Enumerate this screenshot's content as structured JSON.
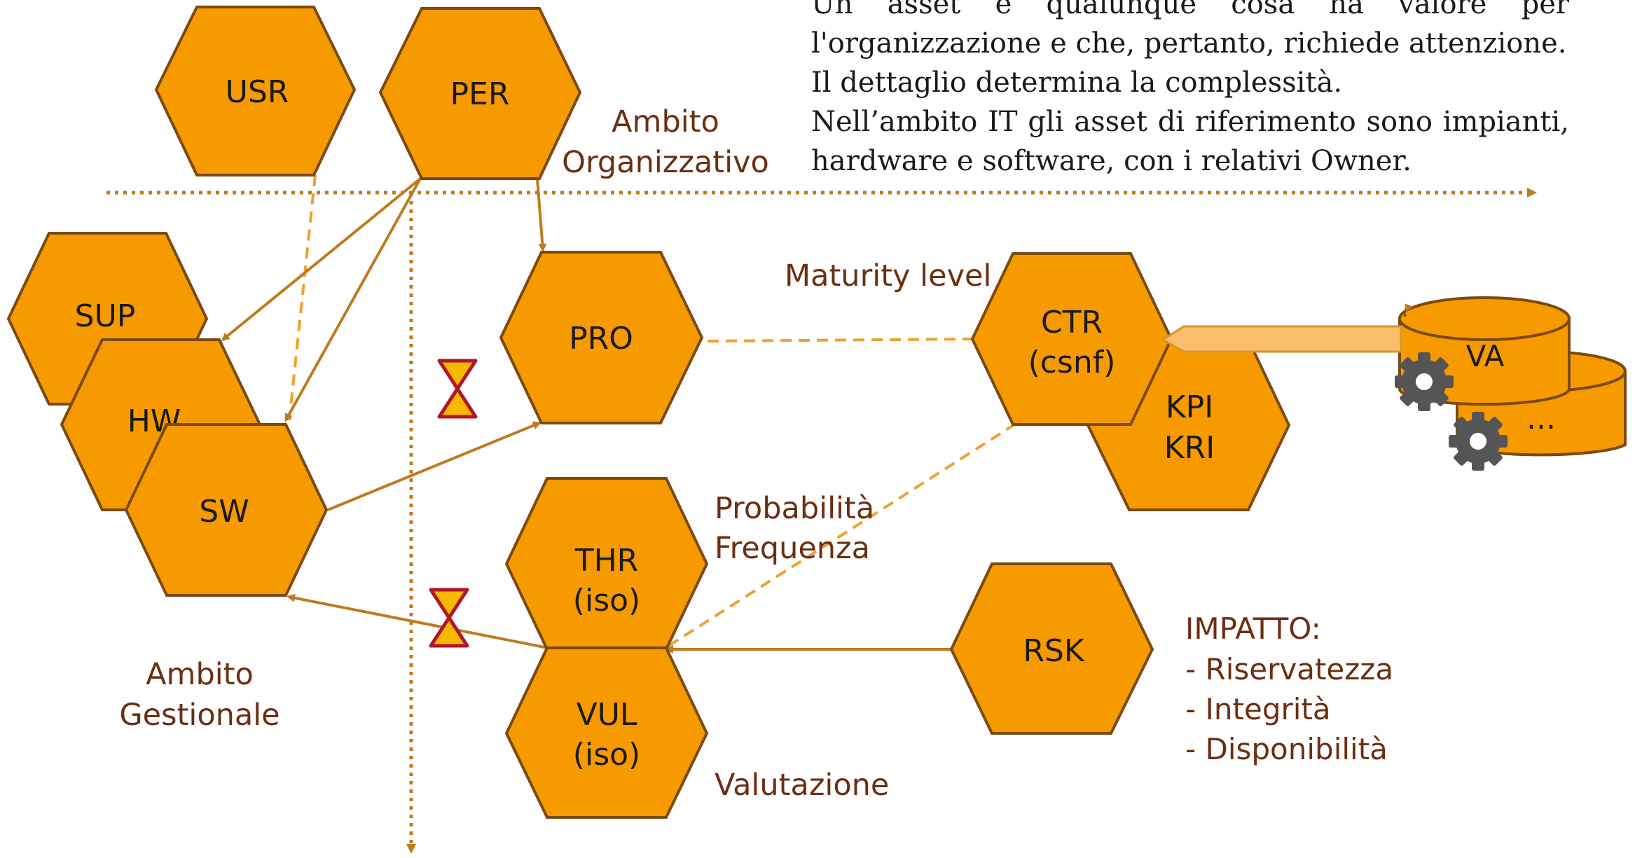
{
  "nodes": {
    "usr": {
      "lines": [
        "USR"
      ]
    },
    "per": {
      "lines": [
        "PER"
      ]
    },
    "sup": {
      "lines": [
        "SUP"
      ]
    },
    "hw": {
      "lines": [
        "HW"
      ]
    },
    "sw": {
      "lines": [
        "SW"
      ]
    },
    "pro": {
      "lines": [
        "PRO"
      ]
    },
    "thr": {
      "lines": [
        "THR",
        "(iso)"
      ]
    },
    "vul": {
      "lines": [
        "VUL",
        "(iso)"
      ]
    },
    "ctr": {
      "lines": [
        "CTR",
        "(csnf)"
      ]
    },
    "kpi": {
      "lines": [
        "KPI",
        "KRI"
      ]
    },
    "rsk": {
      "lines": [
        "RSK"
      ]
    }
  },
  "databases": {
    "va": "VA",
    "more": "…"
  },
  "labels": {
    "ambito_org": [
      "Ambito",
      "Organizzativo"
    ],
    "ambito_gest": [
      "Ambito",
      "Gestionale"
    ],
    "maturity": "Maturity level",
    "probabilita": [
      "Probabilità",
      "Frequenza"
    ],
    "valutazione": "Valutazione",
    "impatto": [
      "IMPATTO:",
      "- Riservatezza",
      "- Integrità",
      "- Disponibilità"
    ]
  },
  "note": {
    "p1": "Un asset è qualunque cosa ha valore per",
    "p2": "l'organizzazione e che, pertanto, richiede attenzione.",
    "p3": "Il dettaglio determina la complessità.",
    "p4": "Nell’ambito IT gli asset di riferimento sono impianti,",
    "p5": "hardware e software, con i relativi Owner."
  },
  "colors": {
    "hex_fill": "#F79A00",
    "hex_stroke": "#7A4A12",
    "arrow": "#C07A1E",
    "dashed": "#F0A030",
    "text_brown": "#6B2F12",
    "db_fill": "#F79A00",
    "gear": "#555555",
    "hourglass_fill": "#F7B800",
    "hourglass_stroke": "#B0182A"
  }
}
